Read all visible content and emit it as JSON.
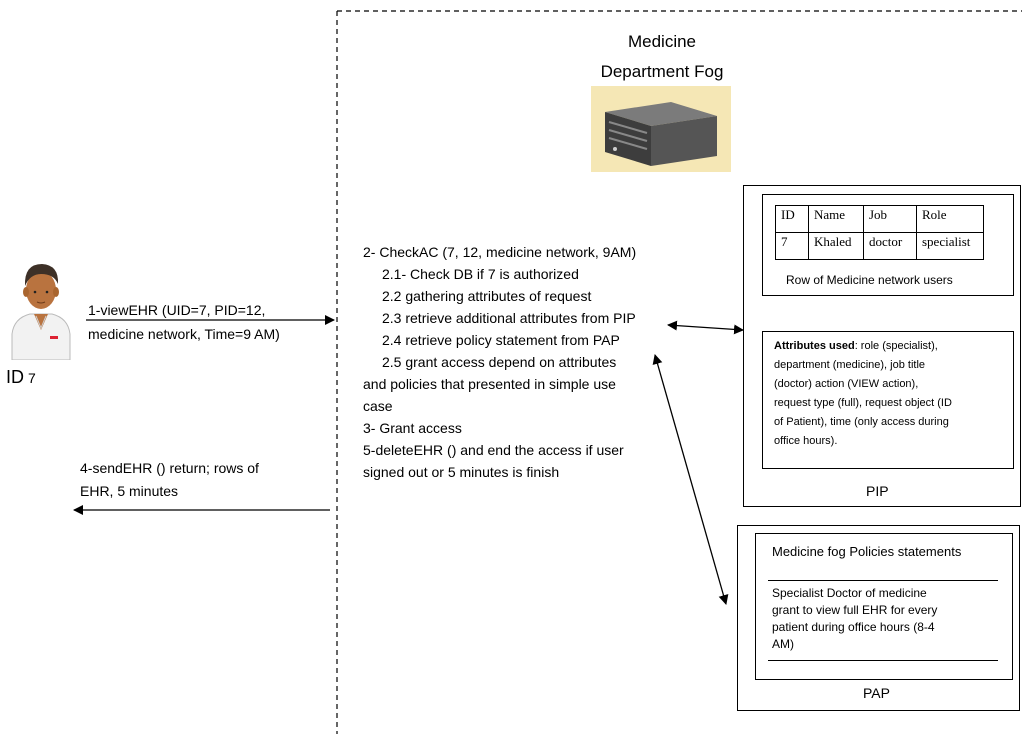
{
  "doctor": {
    "id_label": "ID",
    "id_number": "7"
  },
  "fog": {
    "title_line1": "Medicine",
    "title_line2": "Department Fog"
  },
  "messages": {
    "view_line1": "1-viewEHR (UID=7, PID=12,",
    "view_line2": "medicine network, Time=9 AM)",
    "send_line1": "4-sendEHR () return; rows of",
    "send_line2": "EHR, 5 minutes"
  },
  "steps": [
    "2- CheckAC (7, 12, medicine network, 9AM)",
    "2.1- Check DB if 7 is authorized",
    "2.2 gathering attributes of request",
    "2.3 retrieve additional attributes from PIP",
    "2.4 retrieve policy statement from PAP",
    "2.5 grant access depend on attributes",
    "and policies that presented in simple use",
    "case",
    "3- Grant access",
    "5-deleteEHR () and end the access if user",
    "signed out or 5 minutes is finish"
  ],
  "pip": {
    "label": "PIP",
    "table": {
      "headers": [
        "ID",
        "Name",
        "Job",
        "Role"
      ],
      "row": [
        "7",
        "Khaled",
        "doctor",
        "specialist"
      ]
    },
    "caption": "Row of Medicine network users",
    "attributes_heading": "Attributes used",
    "attributes_lines": [
      ": role (specialist),",
      "department (medicine), job title",
      "(doctor) action (VIEW action),",
      "request type (full), request object (ID",
      "of Patient), time (only access during",
      "office hours)."
    ]
  },
  "pap": {
    "label": "PAP",
    "heading": "Medicine fog Policies statements",
    "policy_lines": [
      "Specialist Doctor of medicine",
      "grant to view full EHR for every",
      "patient during office hours (8-4",
      "AM)"
    ]
  },
  "colors": {
    "skin": "#b9733f",
    "hair": "#3d3027",
    "coat": "#f2f2f2",
    "server_body": "#4a4a4a",
    "server_bg": "#f5e7b5"
  }
}
